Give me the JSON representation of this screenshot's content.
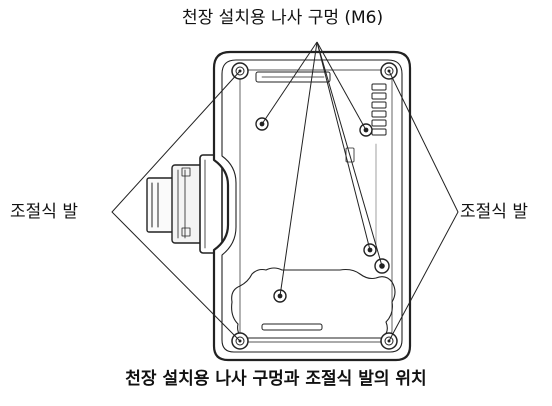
{
  "labels": {
    "ceiling_holes": "천장 설치용 나사 구멍 (M6)",
    "adjustable_feet_left": "조절식 발",
    "adjustable_feet_right": "조절식 발"
  },
  "caption": "천장 설치용 나사 구멍과 조절식 발의 위치"
}
